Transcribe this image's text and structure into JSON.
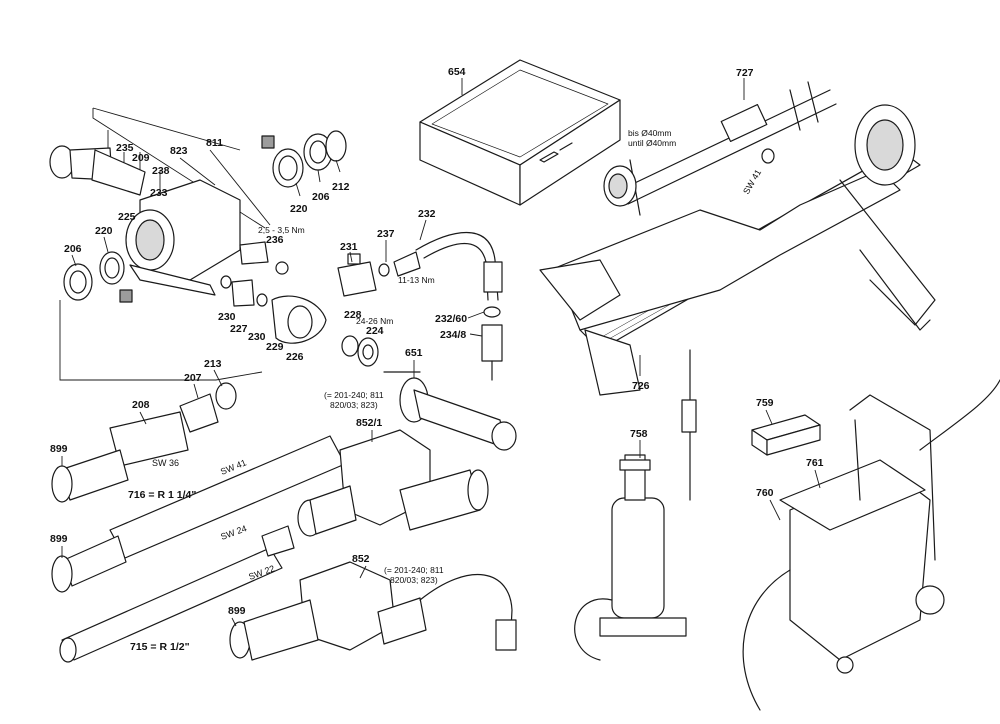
{
  "parts": {
    "p654": "654",
    "p727": "727",
    "p811": "811",
    "p823": "823",
    "p235": "235",
    "p209": "209",
    "p238": "238",
    "p233": "233",
    "p220a": "220",
    "p206a": "206",
    "p212": "212",
    "p225": "225",
    "p206b": "206",
    "p220b": "220",
    "p236": "236",
    "p231": "231",
    "p237": "237",
    "p232": "232",
    "p230a": "230",
    "p227": "227",
    "p230b": "230",
    "p229": "229",
    "p226": "226",
    "p228": "228",
    "p224": "224",
    "p651": "651",
    "p232_60": "232/60",
    "p234_8": "234/8",
    "p213": "213",
    "p207": "207",
    "p208": "208",
    "p899a": "899",
    "p716": "716 = R 1 1/4\"",
    "p852_1": "852/1",
    "p899b": "899",
    "p715": "715 = R 1/2\"",
    "p852": "852",
    "p899c": "899",
    "p726": "726",
    "p758": "758",
    "p759": "759",
    "p761": "761",
    "p760": "760"
  },
  "notes": {
    "torque1": "2,5 - 3,5 Nm",
    "torque2": "11-13 Nm",
    "torque3": "24-26 Nm",
    "bis": "bis Ø40mm",
    "until": "until Ø40mm",
    "ref852_1_a": "(= 201-240; 811",
    "ref852_1_b": "820/03; 823)",
    "ref852_a": "(= 201-240; 811",
    "ref852_b": "820/03; 823)"
  },
  "wrench_sizes": {
    "sw41_stand": "SW 41",
    "sw36": "SW 36",
    "sw41_shaft": "SW 41",
    "sw24": "SW 24",
    "sw22": "SW 22"
  }
}
